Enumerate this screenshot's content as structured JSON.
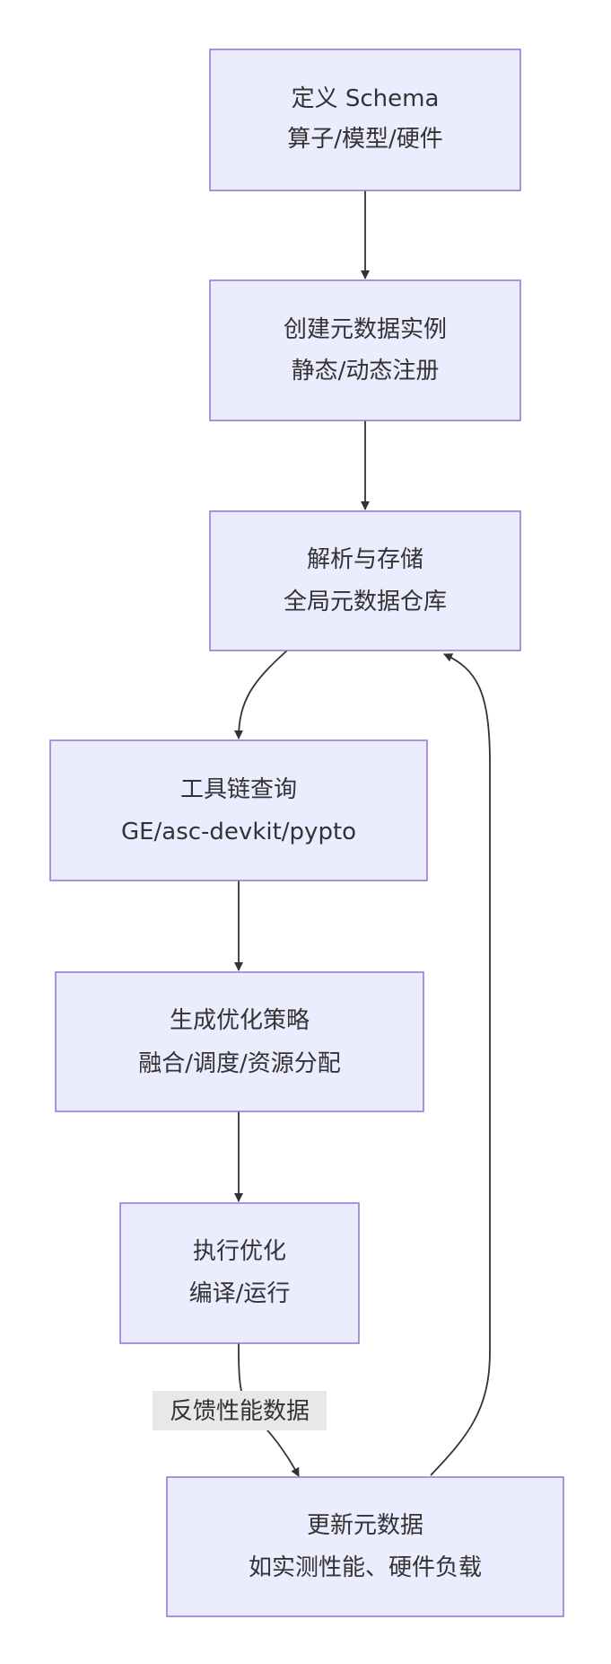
{
  "diagram": {
    "colors": {
      "node_fill": "#ececff",
      "node_border": "#9370db",
      "edge": "#333333",
      "text": "#333333",
      "edge_label_bg": "#e8e8e8"
    },
    "nodes": [
      {
        "id": "define-schema",
        "line1": "定义 Schema",
        "line2": "算子/模型/硬件"
      },
      {
        "id": "create-instance",
        "line1": "创建元数据实例",
        "line2": "静态/动态注册"
      },
      {
        "id": "parse-store",
        "line1": "解析与存储",
        "line2": "全局元数据仓库"
      },
      {
        "id": "toolchain-query",
        "line1": "工具链查询",
        "line2": "GE/asc-devkit/pypto"
      },
      {
        "id": "generate-strategy",
        "line1": "生成优化策略",
        "line2": "融合/调度/资源分配"
      },
      {
        "id": "execute-optimization",
        "line1": "执行优化",
        "line2": "编译/运行"
      },
      {
        "id": "update-metadata",
        "line1": "更新元数据",
        "line2": "如实测性能、硬件负载"
      }
    ],
    "edges": [
      {
        "from": "define-schema",
        "to": "create-instance",
        "label": ""
      },
      {
        "from": "create-instance",
        "to": "parse-store",
        "label": ""
      },
      {
        "from": "parse-store",
        "to": "toolchain-query",
        "label": ""
      },
      {
        "from": "toolchain-query",
        "to": "generate-strategy",
        "label": ""
      },
      {
        "from": "generate-strategy",
        "to": "execute-optimization",
        "label": ""
      },
      {
        "from": "execute-optimization",
        "to": "update-metadata",
        "label": "反馈性能数据"
      },
      {
        "from": "update-metadata",
        "to": "parse-store",
        "label": ""
      }
    ]
  }
}
